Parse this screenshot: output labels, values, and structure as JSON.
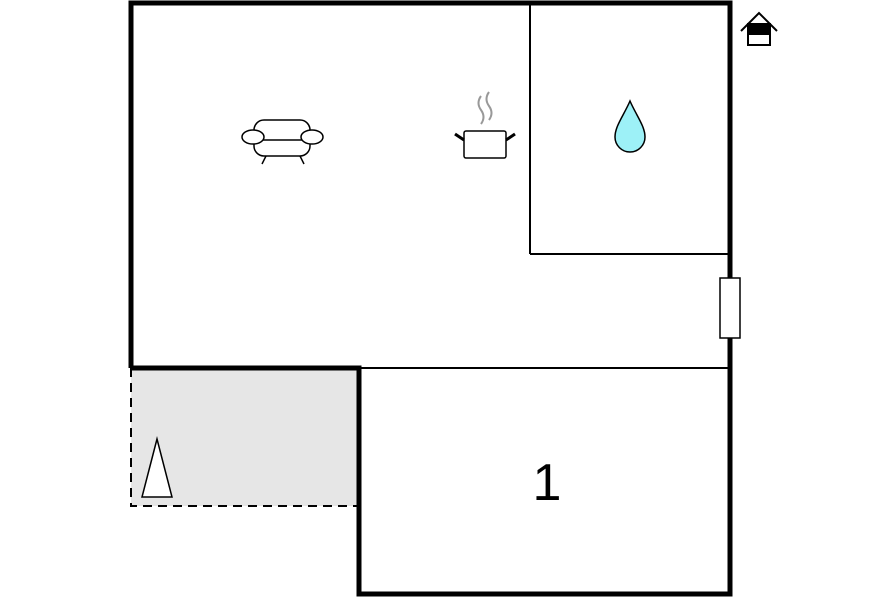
{
  "floorplan": {
    "rooms": [
      {
        "id": "living-kitchen",
        "icons": [
          "sofa-icon",
          "cooking-pot-icon"
        ]
      },
      {
        "id": "bathroom",
        "icons": [
          "water-drop-icon"
        ]
      },
      {
        "id": "bedroom",
        "label": "1"
      },
      {
        "id": "terrace",
        "icons": [
          "parasol-icon"
        ]
      }
    ],
    "bedroom_label": "1",
    "icons": {
      "entrance": "house-entrance-icon",
      "living": "sofa-icon",
      "kitchen": "cooking-pot-icon",
      "bathroom": "water-drop-icon",
      "terrace": "parasol-icon",
      "door": "door-icon"
    },
    "colors": {
      "wall": "#000000",
      "terrace_fill": "#e6e6e6",
      "water": "#9df1f7",
      "steam": "#999999"
    }
  }
}
